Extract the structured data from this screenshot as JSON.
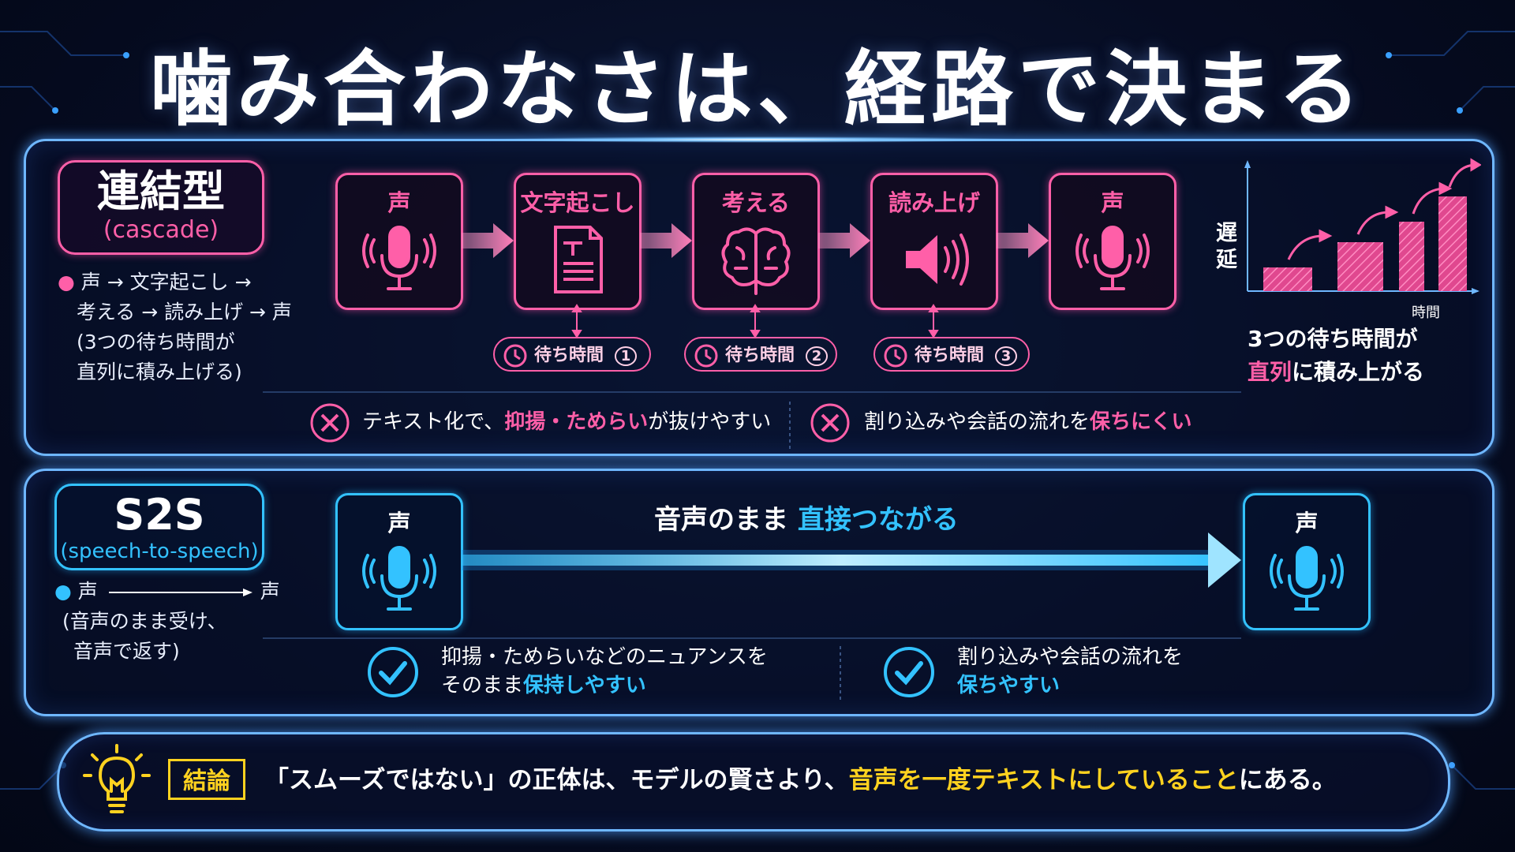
{
  "title": "噛み合わなさは、経路で決まる",
  "cascade": {
    "label_main": "連結型",
    "label_sub": "(cascade)",
    "bullet": "●",
    "desc_lines": [
      "声 → 文字起こし →",
      "考える → 読み上げ → 声",
      "(3つの待ち時間が",
      "直列に積み上げる)"
    ],
    "nodes": [
      {
        "label": "声",
        "icon": "microphone-icon"
      },
      {
        "label": "文字起こし",
        "icon": "document-icon"
      },
      {
        "label": "考える",
        "icon": "brain-icon"
      },
      {
        "label": "読み上げ",
        "icon": "speaker-icon"
      },
      {
        "label": "声",
        "icon": "microphone-icon"
      }
    ],
    "waits": [
      {
        "label": "待ち時間",
        "num": "1"
      },
      {
        "label": "待ち時間",
        "num": "2"
      },
      {
        "label": "待ち時間",
        "num": "3"
      }
    ],
    "latency_axis_y": "遅延",
    "latency_axis_x": "時間",
    "latency_note_1": "3つの待ち時間が",
    "latency_note_2a": "直列",
    "latency_note_2b": "に積み上がる",
    "issue_1": {
      "pre": "テキスト化で、",
      "hl": "抑揚・ためらい",
      "post": "が抜けやすい"
    },
    "issue_2": {
      "pre": "割り込みや会話の流れを",
      "hl": "保ちにくい"
    }
  },
  "s2s": {
    "label_main": "S2S",
    "label_sub": "(speech-to-speech)",
    "bullet": "●",
    "desc_from": "声",
    "desc_to": "声",
    "desc_lines": [
      "(音声のまま受け、",
      "音声で返す)"
    ],
    "node_left": "声",
    "node_right": "声",
    "direct_pre": "音声のまま",
    "direct_hl": "直接つながる",
    "merit_1": {
      "line1": "抑揚・ためらいなどのニュアンスを",
      "line2_pre": "そのまま",
      "line2_hl": "保持しやすい"
    },
    "merit_2": {
      "line1": "割り込みや会話の流れを",
      "line2_hl": "保ちやすい"
    }
  },
  "conclusion": {
    "tag": "結論",
    "text_pre": "「スムーズではない」の正体は、モデルの賢さより、",
    "text_hl": "音声を一度テキストにしていること",
    "text_post": "にある。"
  },
  "colors": {
    "pink": "#ff5fa8",
    "blue": "#33c2ff",
    "yellow": "#ffd21f",
    "frame": "#6fb7ff"
  }
}
